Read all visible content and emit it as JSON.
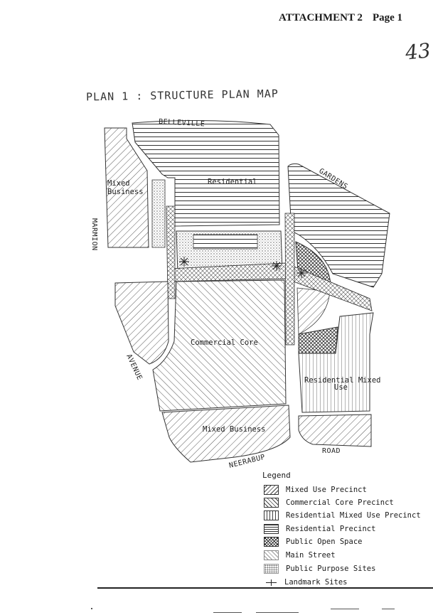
{
  "header": {
    "attachment": "ATTACHMENT 2",
    "page": "Page 1"
  },
  "handwritten_number": "43",
  "plan_title": "PLAN 1 : STRUCTURE PLAN MAP",
  "streets": {
    "belleville": "BELLEVILLE",
    "gardens": "GARDENS",
    "marmion": "MARMION",
    "avenue": "AVENUE",
    "neerabup": "NEERABUP",
    "road": "ROAD"
  },
  "areas": {
    "mixed_business_top_line1": "Mixed",
    "mixed_business_top_line2": "Business",
    "residential": "Residential",
    "commercial_core": "Commercial Core",
    "residential_mixed_line1": "Residential Mixed",
    "residential_mixed_line2": "Use",
    "mixed_business_bottom": "Mixed Business"
  },
  "legend": {
    "title": "Legend",
    "items": [
      {
        "label": "Mixed Use Precinct",
        "pattern": "mixed-use"
      },
      {
        "label": "Commercial Core Precinct",
        "pattern": "commercial-core"
      },
      {
        "label": "Residential Mixed Use Precinct",
        "pattern": "residential-mixed"
      },
      {
        "label": "Residential Precinct",
        "pattern": "residential"
      },
      {
        "label": "Public Open Space",
        "pattern": "open-space"
      },
      {
        "label": "Main Street",
        "pattern": "main-street"
      },
      {
        "label": "Public Purpose Sites",
        "pattern": "public-purpose"
      },
      {
        "label": "Landmark Sites",
        "pattern": "landmark"
      }
    ]
  },
  "colors": {
    "ink": "#1a1a1a",
    "paper": "#ffffff"
  }
}
